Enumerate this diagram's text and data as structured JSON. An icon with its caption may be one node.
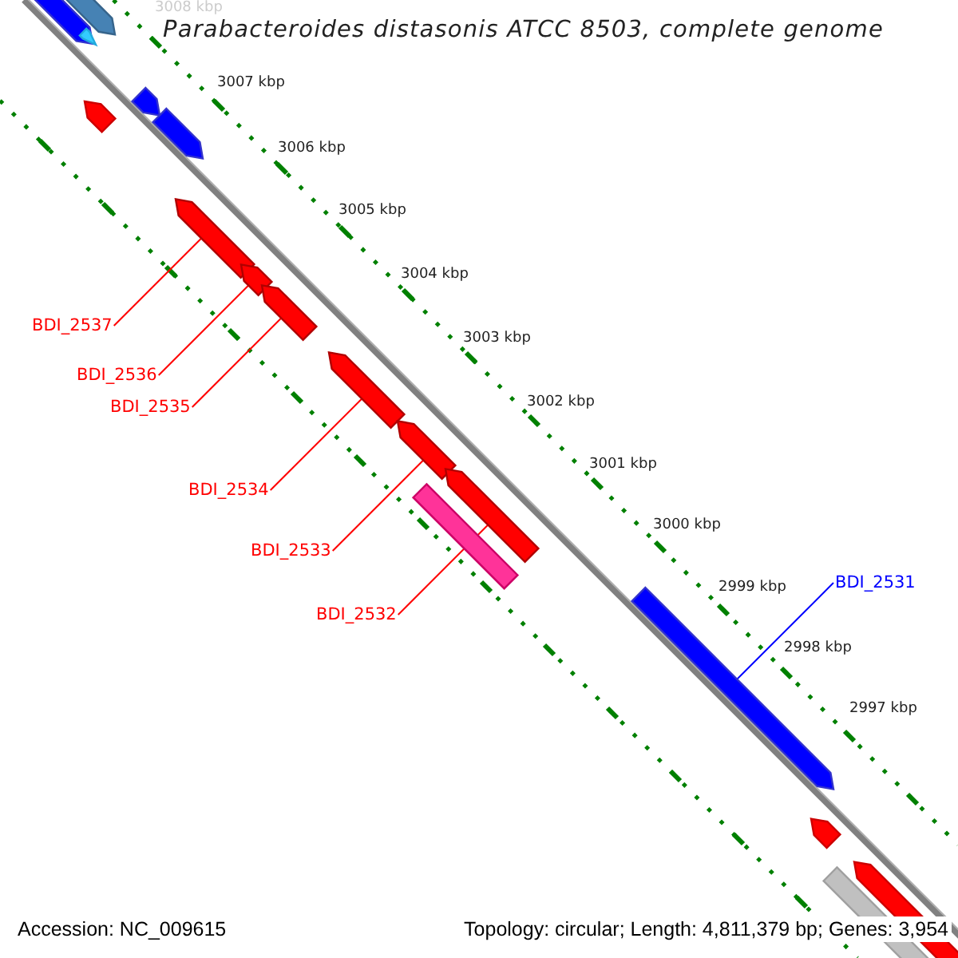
{
  "diagram": {
    "title": "Parabacteroides distasonis ATCC 8503, complete genome",
    "nodes": [
      {
        "text": [
          "BDI_2537"
        ]
      },
      {
        "text": [
          "BDI_2536"
        ]
      },
      {
        "text": [
          "BDI_2535"
        ]
      },
      {
        "text": [
          "BDI_2534"
        ]
      },
      {
        "text": [
          "BDI_2533"
        ]
      },
      {
        "text": [
          "BDI_2532"
        ]
      },
      {
        "text": [
          "BDI_2531"
        ]
      },
      {
        "text": [],
        "shape": "bar"
      },
      {
        "text": [],
        "shape": "bar"
      },
      {
        "text": [],
        "shape": "bar"
      },
      {
        "text": [],
        "shape": "bar"
      },
      {
        "text": [],
        "shape": "bar"
      },
      {
        "text": [],
        "shape": "bar"
      },
      {
        "text": [],
        "shape": "bar"
      }
    ],
    "edges": [
      {
        "from": 0,
        "to": 7,
        "arrow": "none"
      },
      {
        "from": 1,
        "to": 8,
        "arrow": "none"
      },
      {
        "from": 2,
        "to": 9,
        "arrow": "none"
      },
      {
        "from": 3,
        "to": 10,
        "arrow": "none"
      },
      {
        "from": 4,
        "to": 11,
        "arrow": "none"
      },
      {
        "from": 5,
        "to": 12,
        "arrow": "none"
      },
      {
        "from": 6,
        "to": 13,
        "arrow": "none",
        "color": "#0000ff"
      }
    ],
    "labels": [
      "3008 kbp",
      "3007 kbp",
      "3006 kbp",
      "3005 kbp",
      "3004 kbp",
      "3003 kbp",
      "3002 kbp",
      "3001 kbp",
      "3000 kbp",
      "2999 kbp",
      "2998 kbp",
      "2997 kbp",
      "Accession: NC_009615",
      "Topology: circular; Length: 4,811,379 bp; Genes: 3,954"
    ]
  }
}
